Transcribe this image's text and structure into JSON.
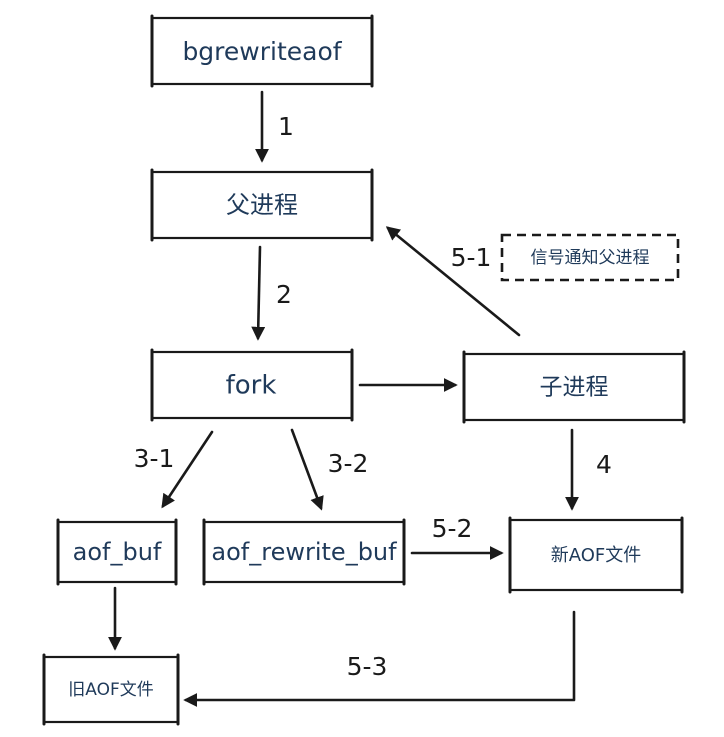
{
  "nodes": {
    "bgrewriteaof": "bgrewriteaof",
    "parent_process": "父进程",
    "fork": "fork",
    "child_process": "子进程",
    "signal_parent": "信号通知父进程",
    "aof_buf": "aof_buf",
    "aof_rewrite_buf": "aof_rewrite_buf",
    "new_aof_file": "新AOF文件",
    "old_aof_file": "旧AOF文件"
  },
  "edges": {
    "e1": "1",
    "e2": "2",
    "e3_1": "3-1",
    "e3_2": "3-2",
    "e4": "4",
    "e5_1": "5-1",
    "e5_2": "5-2",
    "e5_3": "5-3"
  }
}
